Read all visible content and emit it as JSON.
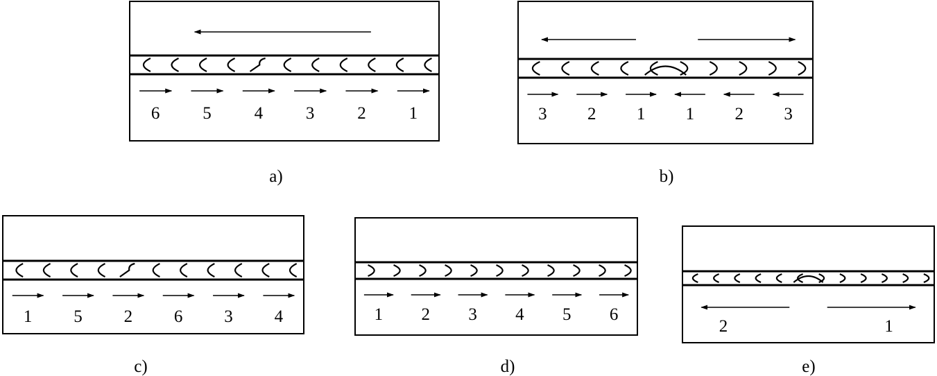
{
  "panels": [
    {
      "caption": "a)",
      "seam_style": "curved-left",
      "seam_count": 11,
      "seam_anomaly_index": 4,
      "top_arrows": [
        "left"
      ],
      "bottom_arrows": [
        {
          "dir": "right",
          "label": "6"
        },
        {
          "dir": "right",
          "label": "5"
        },
        {
          "dir": "right",
          "label": "4"
        },
        {
          "dir": "right",
          "label": "3"
        },
        {
          "dir": "right",
          "label": "2"
        },
        {
          "dir": "right",
          "label": "1"
        }
      ]
    },
    {
      "caption": "b)",
      "seam_style": "mirror-center",
      "seam_count": 10,
      "seam_anomaly_index": -1,
      "top_arrows": [
        "left",
        "right"
      ],
      "bottom_arrows": [
        {
          "dir": "right",
          "label": "3"
        },
        {
          "dir": "right",
          "label": "2"
        },
        {
          "dir": "right",
          "label": "1"
        },
        {
          "dir": "left",
          "label": "1"
        },
        {
          "dir": "left",
          "label": "2"
        },
        {
          "dir": "left",
          "label": "3"
        }
      ]
    },
    {
      "caption": "c)",
      "seam_style": "curved-left",
      "seam_count": 11,
      "seam_anomaly_index": 4,
      "top_arrows": [],
      "bottom_arrows": [
        {
          "dir": "right",
          "label": "1"
        },
        {
          "dir": "right",
          "label": "5"
        },
        {
          "dir": "right",
          "label": "2"
        },
        {
          "dir": "right",
          "label": "6"
        },
        {
          "dir": "right",
          "label": "3"
        },
        {
          "dir": "right",
          "label": "4"
        }
      ]
    },
    {
      "caption": "d)",
      "seam_style": "curved-right",
      "seam_count": 11,
      "seam_anomaly_index": -1,
      "top_arrows": [],
      "bottom_arrows": [
        {
          "dir": "right",
          "label": "1"
        },
        {
          "dir": "right",
          "label": "2"
        },
        {
          "dir": "right",
          "label": "3"
        },
        {
          "dir": "right",
          "label": "4"
        },
        {
          "dir": "right",
          "label": "5"
        },
        {
          "dir": "right",
          "label": "6"
        }
      ]
    },
    {
      "caption": "e)",
      "seam_style": "mirror-center",
      "seam_count": 12,
      "seam_anomaly_index": -1,
      "top_arrows": [],
      "bottom_arrows": [
        {
          "dir": "left",
          "label": "2"
        },
        {
          "dir": "right",
          "label": "1"
        }
      ]
    }
  ]
}
